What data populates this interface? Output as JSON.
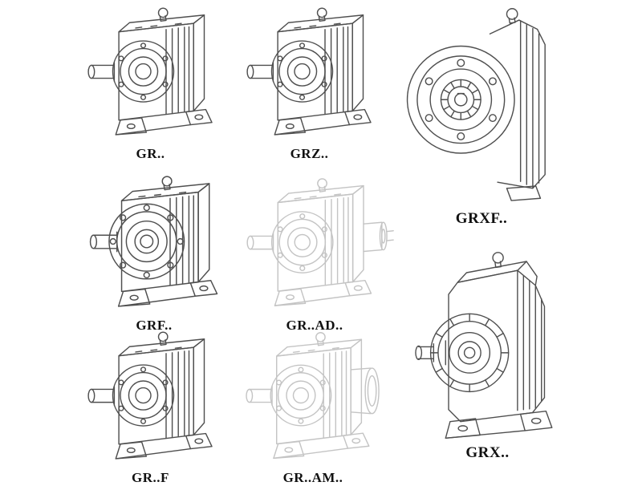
{
  "colors": {
    "line": "#4f4f4f",
    "ghost_line": "#c4c4c4",
    "label_text": "#111111",
    "background": "#ffffff"
  },
  "figures": {
    "gr": {
      "label": "GR.."
    },
    "grz": {
      "label": "GRZ.."
    },
    "grxf": {
      "label": "GRXF.."
    },
    "grf": {
      "label": "GRF.."
    },
    "grad": {
      "label": "GR..AD.."
    },
    "grff": {
      "label": "GR..F"
    },
    "gram": {
      "label": "GR..AM.."
    },
    "grx": {
      "label": "GRX.."
    }
  }
}
